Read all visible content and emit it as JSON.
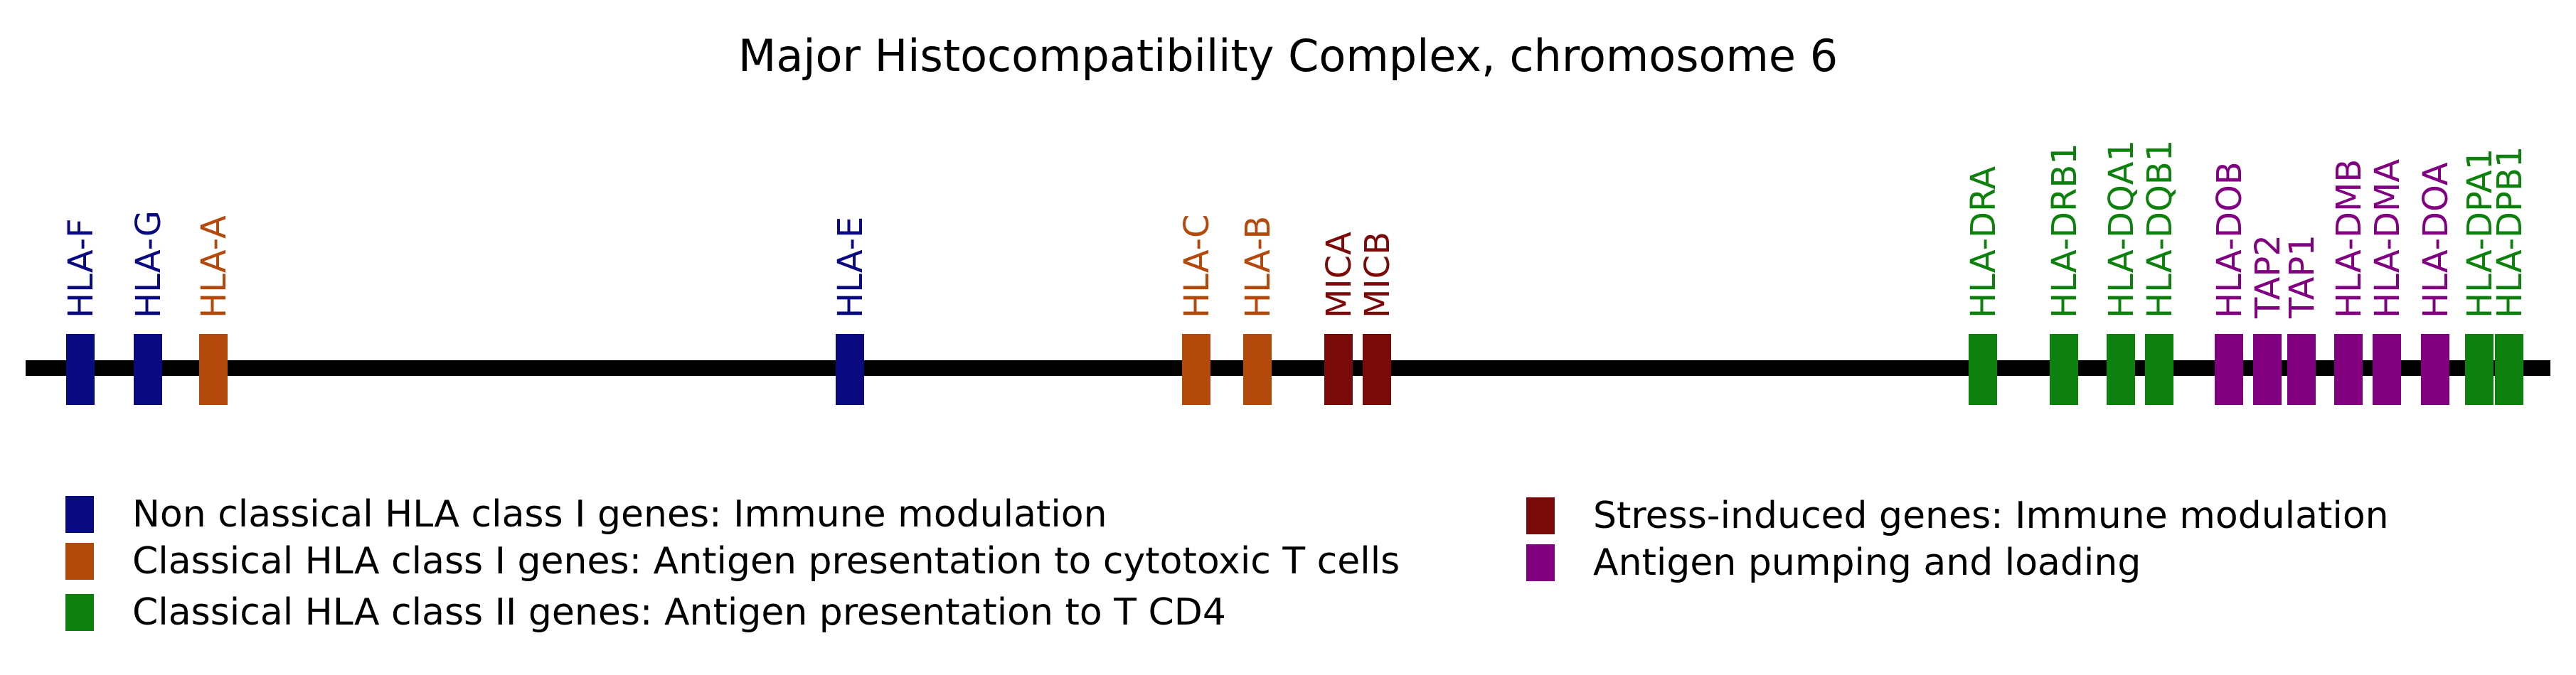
{
  "title": "Major Histocompatibility Complex, chromosome 6",
  "colors": {
    "nonclassical_class1": "#0a0a80",
    "classical_class1": "#b34a0c",
    "classical_class2": "#0d800d",
    "stress_induced": "#7a0a0a",
    "antigen_pumping": "#800080",
    "chromosome": "#000000"
  },
  "genes": [
    {
      "label": "HLA-F",
      "group": "nonclassical_class1"
    },
    {
      "label": "HLA-G",
      "group": "nonclassical_class1"
    },
    {
      "label": "HLA-A",
      "group": "classical_class1"
    },
    {
      "label": "HLA-E",
      "group": "nonclassical_class1"
    },
    {
      "label": "HLA-C",
      "group": "classical_class1"
    },
    {
      "label": "HLA-B",
      "group": "classical_class1"
    },
    {
      "label": "MICA",
      "group": "stress_induced"
    },
    {
      "label": "MICB",
      "group": "stress_induced"
    },
    {
      "label": "HLA-DRA",
      "group": "classical_class2"
    },
    {
      "label": "HLA-DRB1",
      "group": "classical_class2"
    },
    {
      "label": "HLA-DQA1",
      "group": "classical_class2"
    },
    {
      "label": "HLA-DQB1",
      "group": "classical_class2"
    },
    {
      "label": "HLA-DOB",
      "group": "antigen_pumping"
    },
    {
      "label": "TAP2",
      "group": "antigen_pumping"
    },
    {
      "label": "TAP1",
      "group": "antigen_pumping"
    },
    {
      "label": "HLA-DMB",
      "group": "antigen_pumping"
    },
    {
      "label": "HLA-DMA",
      "group": "antigen_pumping"
    },
    {
      "label": "HLA-DOA",
      "group": "antigen_pumping"
    },
    {
      "label": "HLA-DPA1",
      "group": "classical_class2"
    },
    {
      "label": "HLA-DPB1",
      "group": "classical_class2"
    }
  ],
  "legend": [
    {
      "label": "Non classical HLA class I genes: Immune modulation",
      "group": "nonclassical_class1"
    },
    {
      "label": "Classical HLA class I genes: Antigen presentation to cytotoxic T cells",
      "group": "classical_class1"
    },
    {
      "label": "Classical HLA class II genes: Antigen presentation to T CD4",
      "group": "classical_class2"
    },
    {
      "label": "Stress-induced genes: Immune modulation",
      "group": "stress_induced"
    },
    {
      "label": "Antigen pumping and loading",
      "group": "antigen_pumping"
    }
  ]
}
